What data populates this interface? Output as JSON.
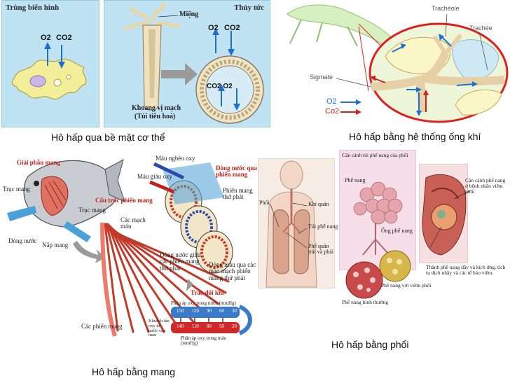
{
  "captions": {
    "surface": "Hô hấp qua bề mặt cơ thể",
    "trachea": "Hô hấp bằng hệ thống ống khí",
    "gills": "Hô hấp bằng mang",
    "lungs": "Hô hấp bằng phổi"
  },
  "surface_panel": {
    "left_title": "Trùng biến hình",
    "right_title": "Thủy tức",
    "mouth_label": "Miệng",
    "cavity_label_1": "Khoang vị mạch",
    "cavity_label_2": "(Túi tiêu hoá)",
    "gas_o2": "O2",
    "gas_co2": "CO2",
    "co2_o2": "CO2 O2"
  },
  "trachea_panel": {
    "tracheole": "Trachéole",
    "trachee": "Trachée",
    "sigmate": "Sigmate",
    "o2": "O2",
    "co2": "Co2"
  },
  "gill_panel": {
    "title": "Giải phẫu mang",
    "truc_mang": "Trục mang",
    "dong_nuoc": "Dòng nước",
    "nap_mang": "Nắp mang",
    "cau_truc": "Cấu trúc phiến mang",
    "truc_mang_2": "Trục mang",
    "cac_mach_mau": "Các mạch máu",
    "mau_ngheo_oxy": "Máu nghèo oxy",
    "mau_giau_oxy": "Máu giàu oxy",
    "dong_nuoc_qua": "Dòng nước qua phiến mang",
    "phien_mang": "Phiến mang thứ phát",
    "dong_nuoc_giua": "Dòng nước giữa các phiến mang thứ phát",
    "dong_mau": "Dòng máu qua các mao mạch phiến mang thứ phát",
    "trao_doi_khi": "Trao đổi khí",
    "cac_phien_mang": "Các phiến mang",
    "ap_oxy_nuoc": "Phân áp oxy trong nước (mmHg)",
    "ap_oxy_mau": "Phân áp oxy trong máu (mmHg)",
    "khuech_tan": "Khuếch tán oxy từ nước vào máu",
    "water_values": [
      "150",
      "120",
      "90",
      "60",
      "30"
    ],
    "blood_values": [
      "140",
      "110",
      "80",
      "50",
      "20"
    ]
  },
  "lung_panel": {
    "phoi": "Phổi",
    "khi_quan": "Khí quản",
    "tui_phe_nang": "Túi phế nang",
    "phe_quan": "Phế quản trái và phải",
    "can_canh_1": "Cận cảnh túi phế nang của phổi",
    "phe_nang": "Phế nang",
    "ong_phe_nang": "Ống phế nang",
    "phe_nang_binh_thuong": "Phế nang bình thường",
    "phe_nang_viem": "Phế nang với viêm phổi",
    "can_canh_2": "Cận cảnh phế nang ở bệnh nhân viêm phổi",
    "thanh_phe_nang": "Thành phế nang dầy và kích ứng, tích tụ dịch nhầy và các tế bào viêm."
  },
  "colors": {
    "surface_bg": "#bfe3f3",
    "trachea_ring": "#e02020",
    "arrow_blue": "#1f6fd0",
    "arrow_red": "#d02020"
  }
}
